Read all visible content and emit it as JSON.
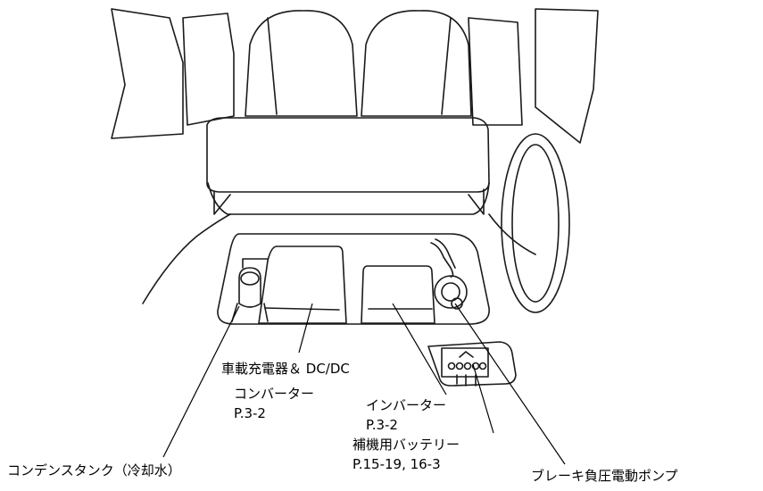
{
  "labels": {
    "charger": "車載充電器＆ DC/DC",
    "converter": "コンバーター",
    "converter_page": "P.3-2",
    "inverter": "インバーター",
    "inverter_page": "P.3-2",
    "aux_battery": "補機用バッテリー",
    "aux_battery_page": "P.15-19,  16-3",
    "condenser_tank": "コンデンスタンク（冷却水）",
    "brake_pump": "ブレーキ負圧電動ポンプ"
  }
}
